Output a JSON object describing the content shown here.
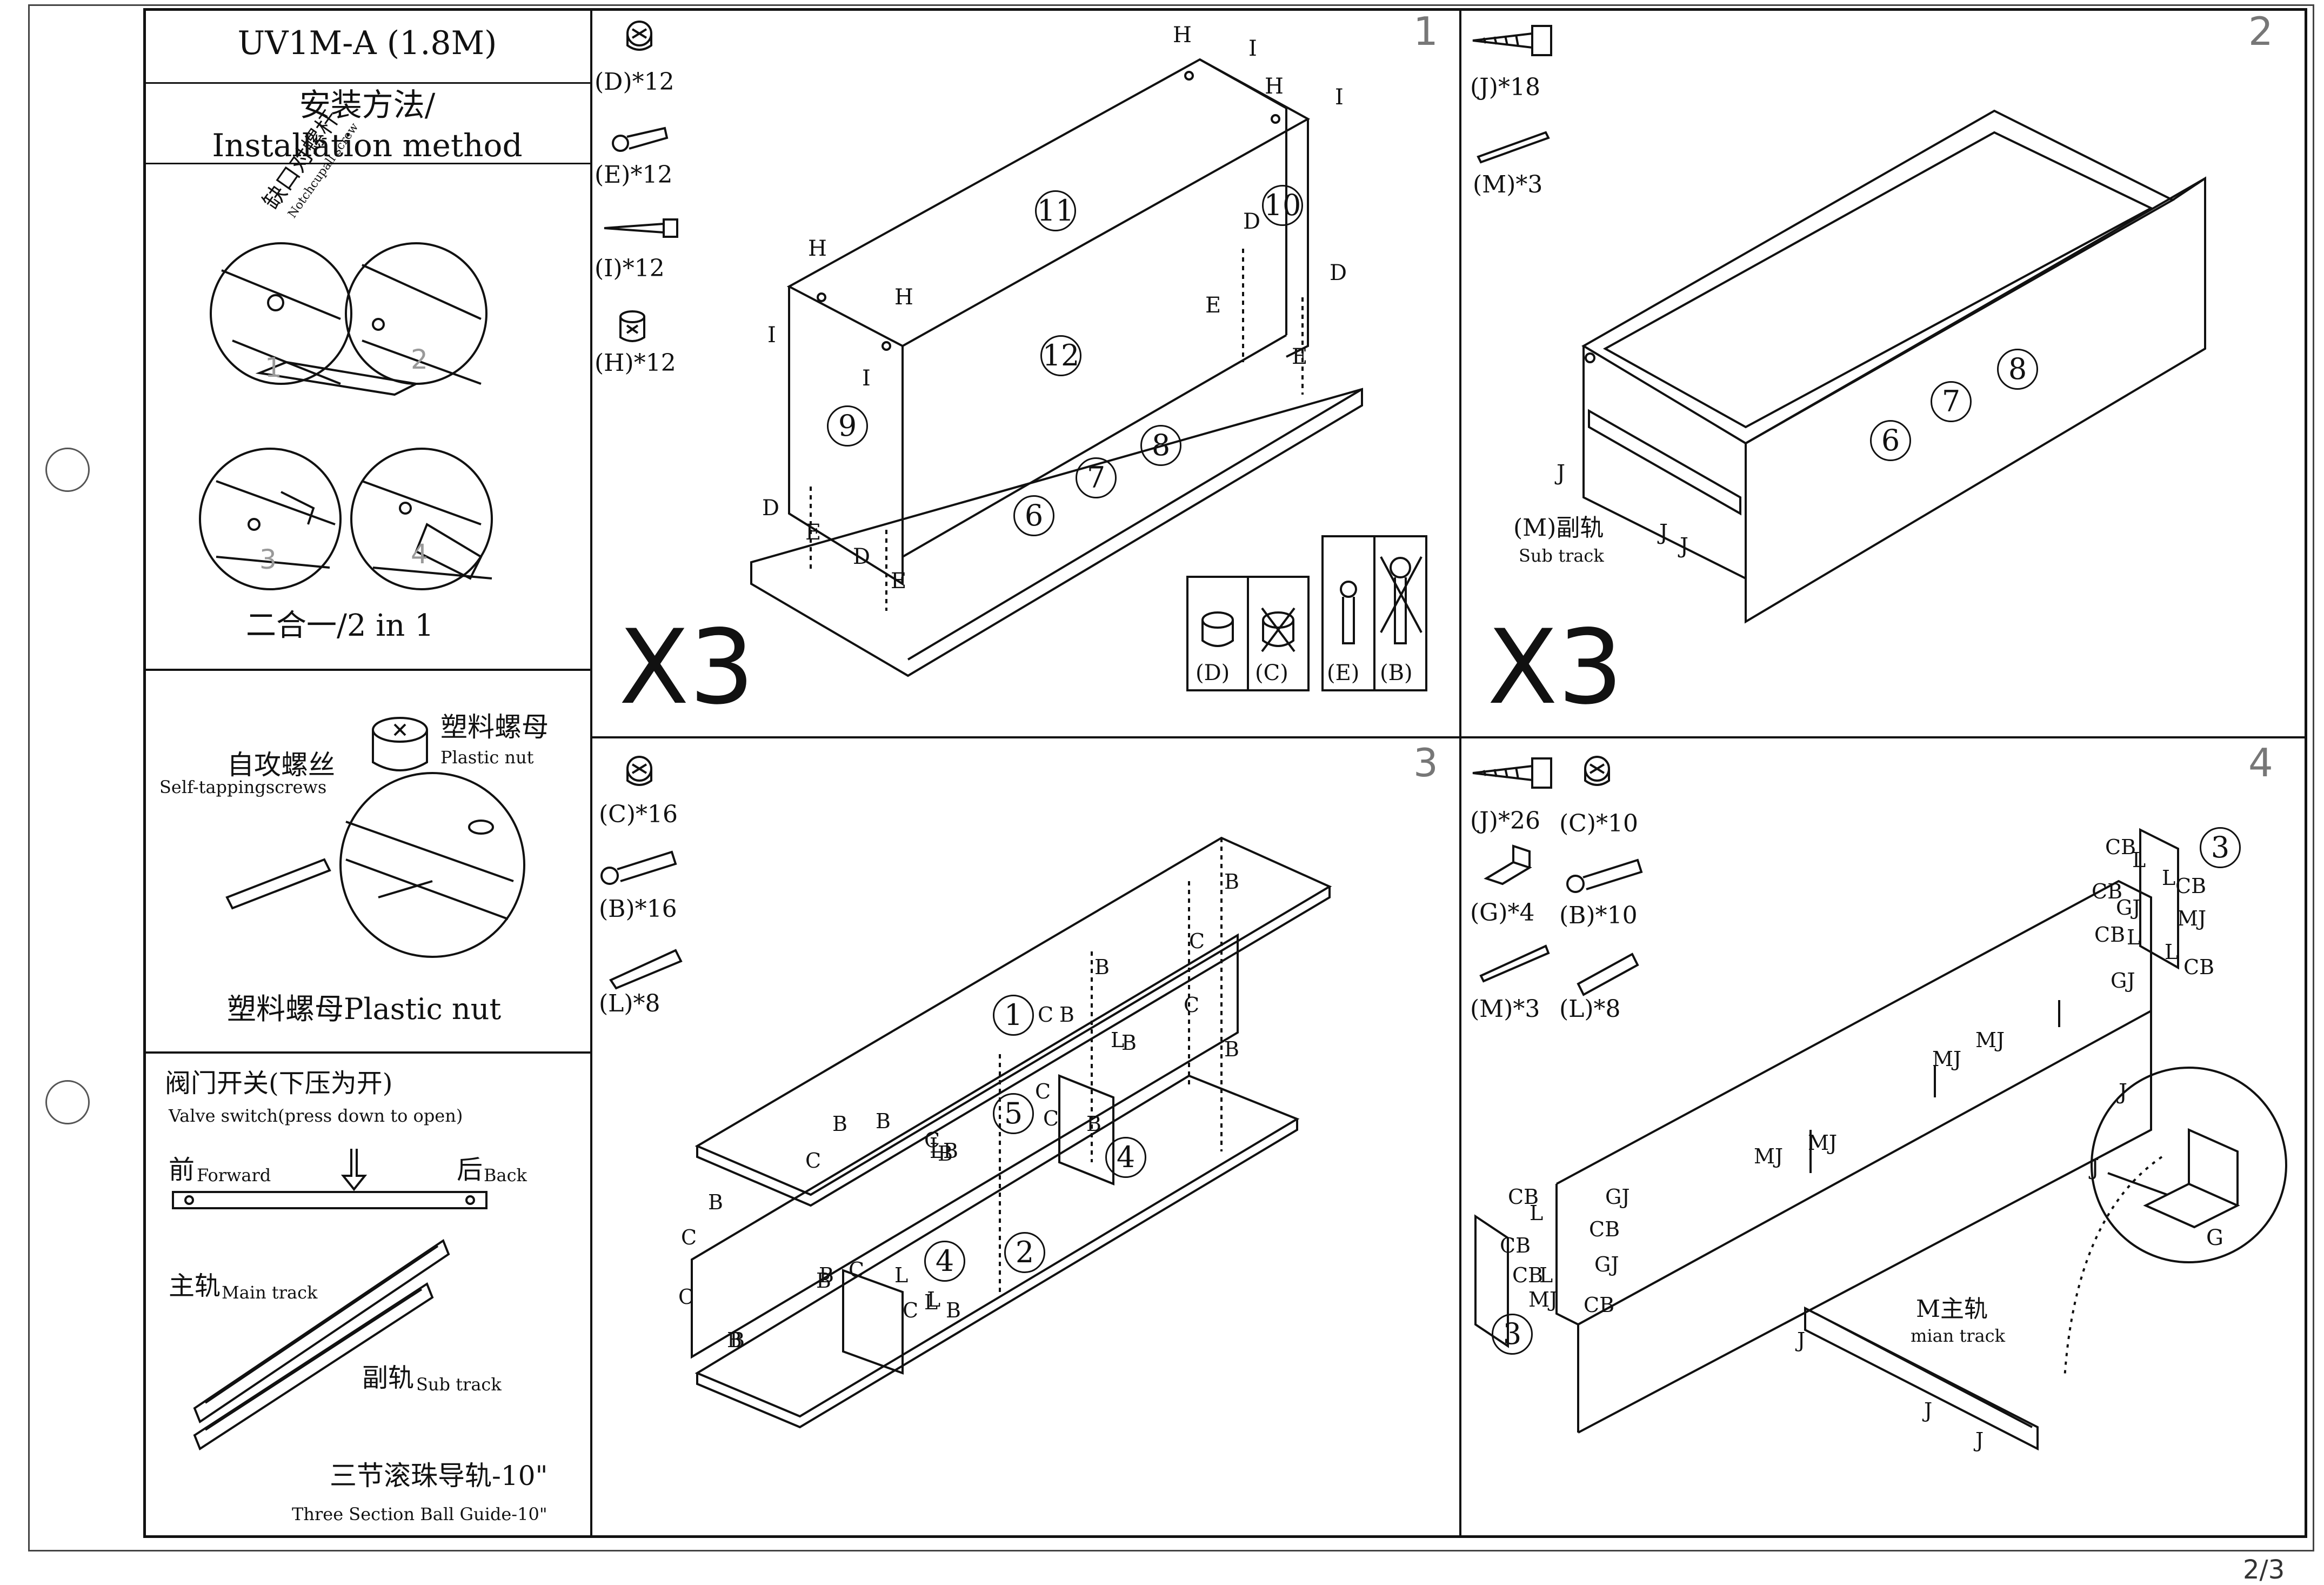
{
  "model": "UV1M-A (1.8M)",
  "method_cn": "安装方法/",
  "method_en": "Installation method",
  "combo": {
    "notch_cn": "缺口对螺杆",
    "notch_en": "Notchcupall screw",
    "steps": [
      "1",
      "2",
      "3",
      "4"
    ],
    "caption": "二合一/2 in 1"
  },
  "nut": {
    "screw_cn": "自攻螺丝",
    "screw_en": "Self-tappingscrews",
    "nut_cn": "塑料螺母",
    "nut_en": "Plastic nut",
    "caption": "塑料螺母Plastic nut"
  },
  "valve": {
    "title": "阀门开关(下压为开)",
    "subtitle": "Valve switch(press down to open)",
    "forward_cn": "前",
    "forward_en": "Forward",
    "back_cn": "后",
    "back_en": "Back",
    "main_cn": "主轨",
    "main_en": "Main track",
    "sub_cn": "副轨",
    "sub_en": "Sub track",
    "guide_cn": "三节滚珠导轨-10\"",
    "guide_en": "Three Section Ball Guide-10\""
  },
  "step1": {
    "number": "1",
    "parts": [
      "(D)*12",
      "(E)*12",
      "(I)*12",
      "(H)*12"
    ],
    "multiplier": "X3",
    "panels": [
      "11",
      "10",
      "12",
      "9",
      "8",
      "7",
      "6"
    ],
    "letters": [
      "H",
      "I",
      "H",
      "I",
      "H",
      "H",
      "I",
      "I",
      "D",
      "D",
      "E",
      "E",
      "D",
      "E",
      "D",
      "E"
    ],
    "compare": [
      "(D)",
      "(C)",
      "(E)",
      "(B)"
    ]
  },
  "step2": {
    "number": "2",
    "parts": [
      "(J)*18",
      "(M)*3"
    ],
    "multiplier": "X3",
    "panels": [
      "8",
      "7",
      "6"
    ],
    "letters": [
      "J",
      "J",
      "J"
    ],
    "sub_cn": "(M)副轨",
    "sub_en": "Sub track"
  },
  "step3": {
    "number": "3",
    "parts": [
      "(C)*16",
      "(B)*16",
      "(L)*8"
    ],
    "panels": [
      "1",
      "5",
      "4",
      "4",
      "2"
    ],
    "letters": [
      "B",
      "C",
      "B",
      "C",
      "B",
      "C",
      "B",
      "B",
      "L",
      "B",
      "C",
      "B",
      "C",
      "B",
      "C",
      "L",
      "B",
      "C",
      "B",
      "B",
      "L",
      "C",
      "B",
      "L",
      "C",
      "B",
      "C",
      "B",
      "L",
      "B",
      "C",
      "L",
      "B"
    ]
  },
  "step4": {
    "number": "4",
    "parts": [
      "(J)*26",
      "(C)*10",
      "(G)*4",
      "(B)*10",
      "(M)*3",
      "(L)*8"
    ],
    "panels": [
      "3",
      "3"
    ],
    "letters": [
      "CB",
      "L",
      "L",
      "CB",
      "CB",
      "GJ",
      "MJ",
      "CB",
      "L",
      "L",
      "CB",
      "GJ",
      "MJ",
      "MJ",
      "MJ",
      "MJ",
      "J",
      "J",
      "G",
      "CB",
      "GJ",
      "L",
      "CB",
      "CB",
      "CB",
      "L",
      "GJ",
      "MJ",
      "CB",
      "J",
      "J",
      "J"
    ],
    "main_cn": "M主轨",
    "main_en": "mian track"
  },
  "page": "2/3"
}
